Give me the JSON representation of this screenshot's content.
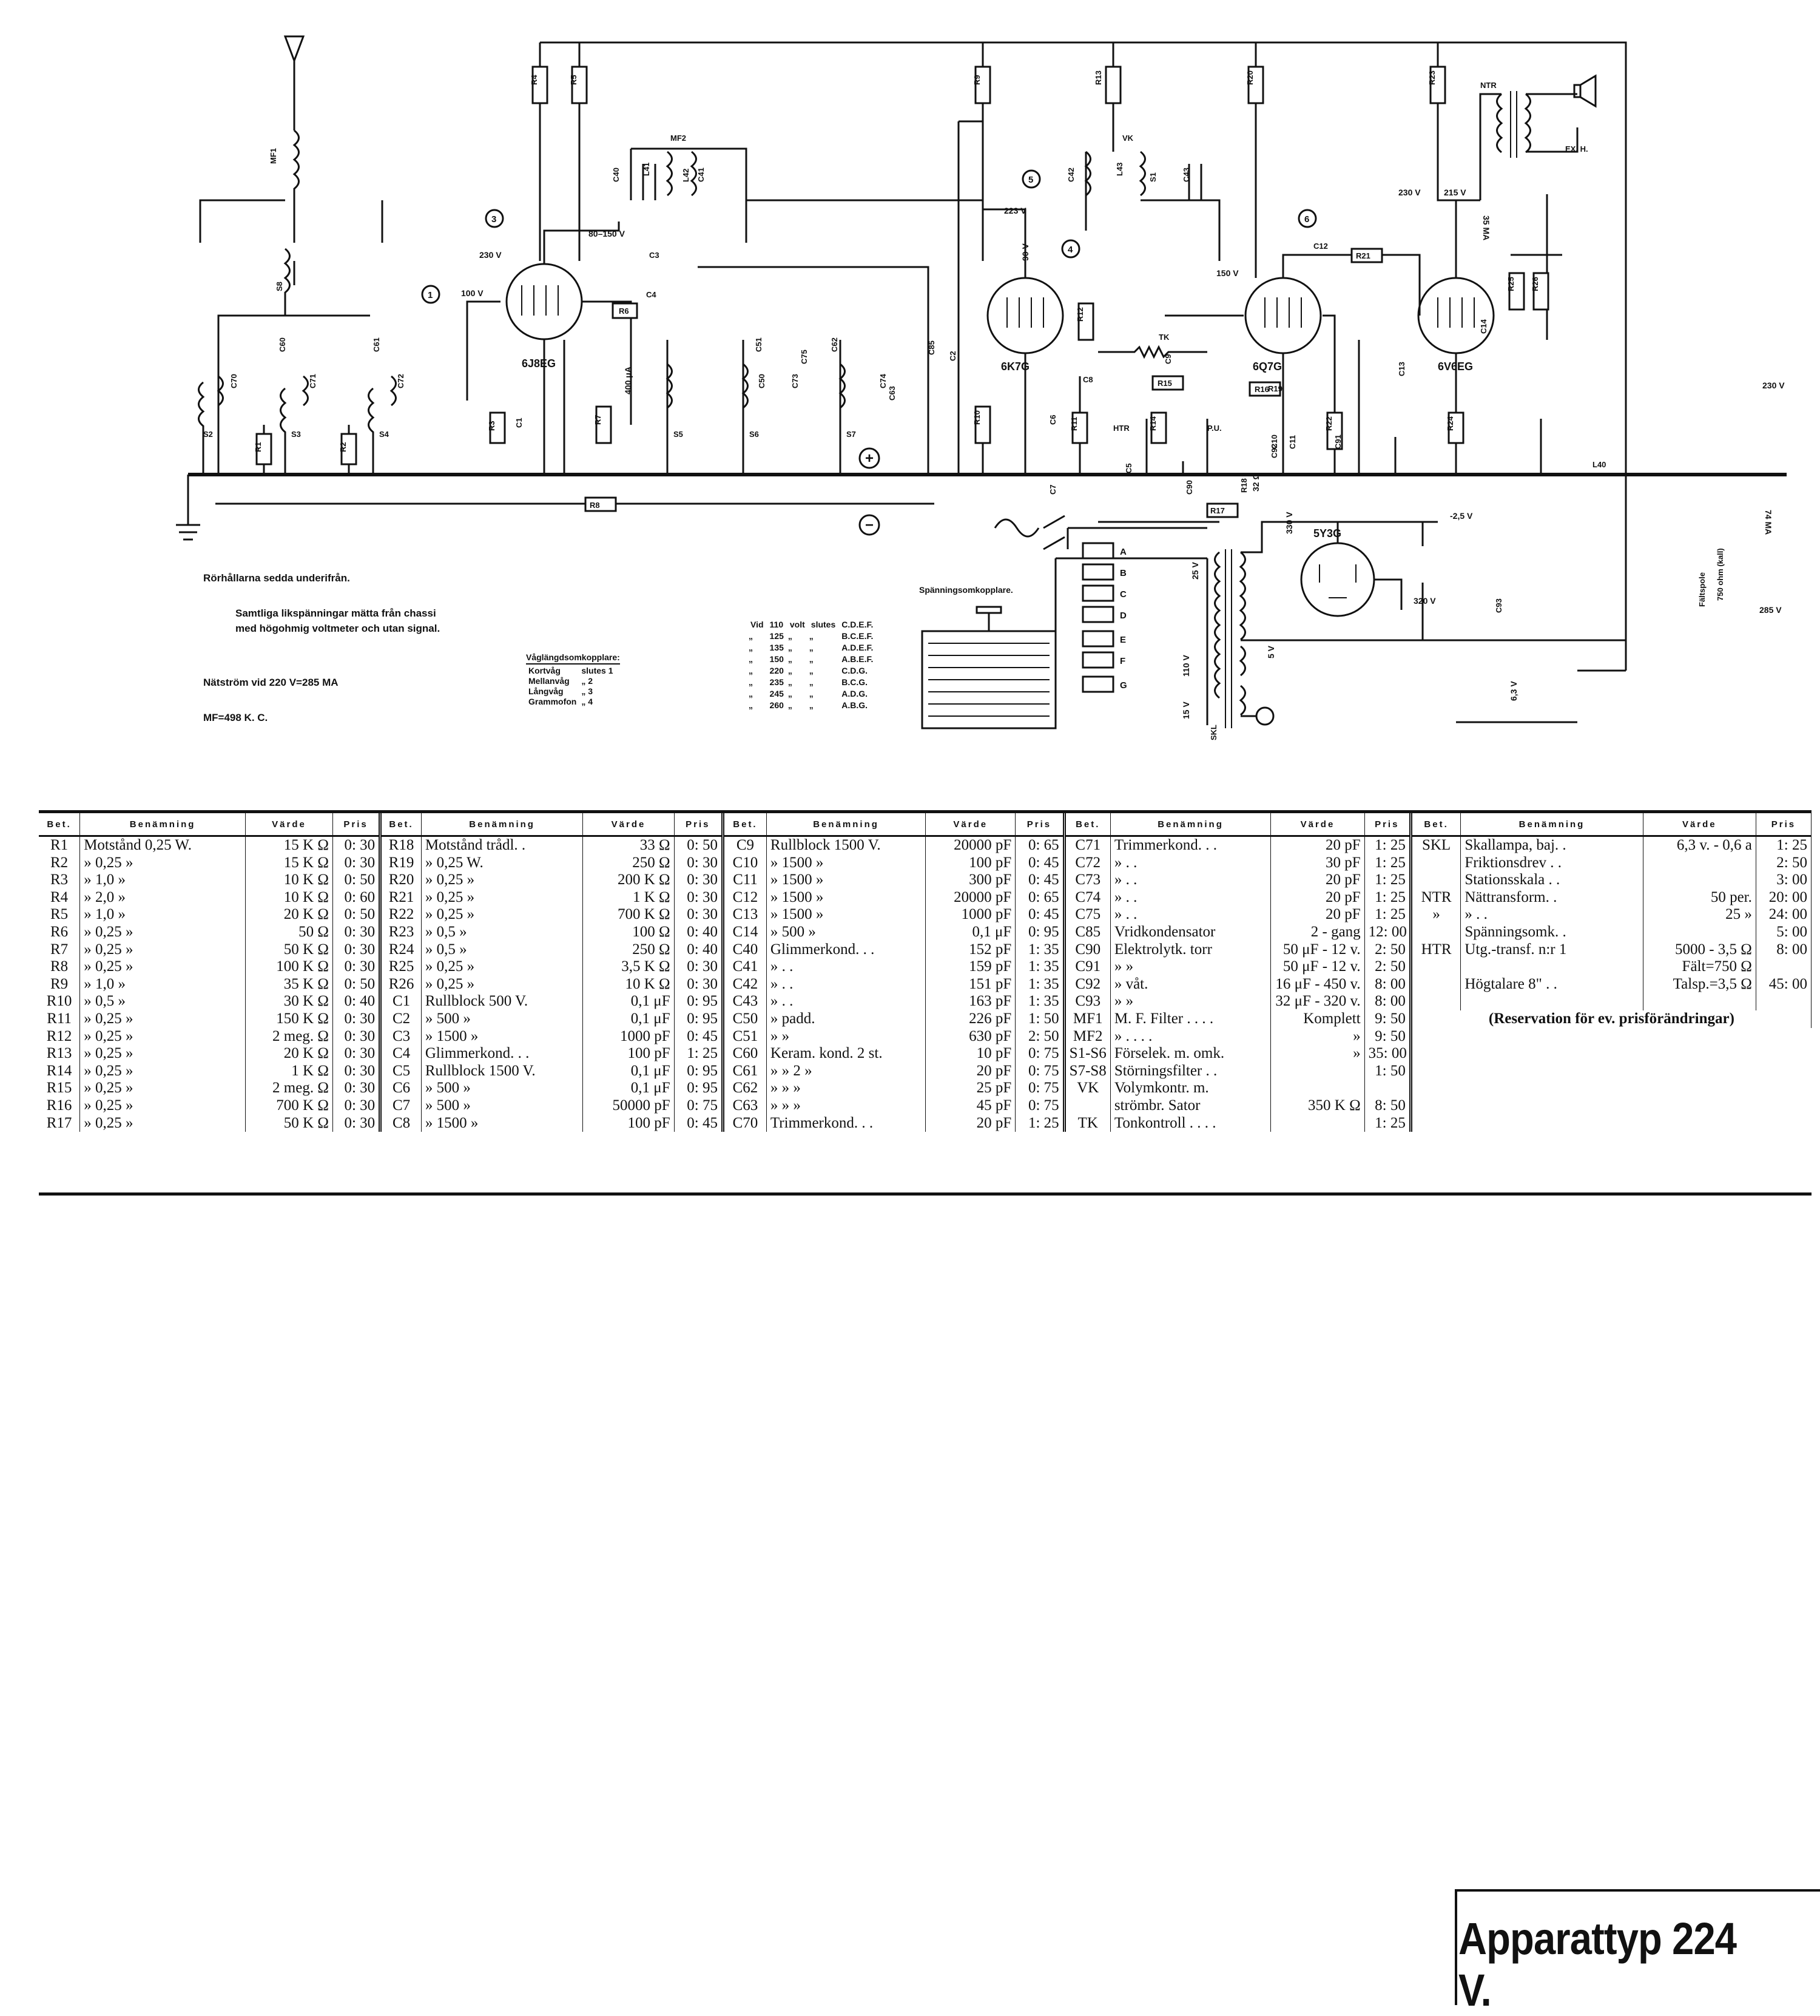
{
  "schematic": {
    "tubes": [
      "6J8EG",
      "6K7G",
      "6Q7G",
      "6V6EG",
      "5Y3G"
    ],
    "voltages": [
      "230 V",
      "100 V",
      "80–150 V",
      "223 V",
      "90 V",
      "150 V",
      "230 V",
      "215 V",
      "35 MA",
      "230 V",
      "-2,5 V",
      "74 MA",
      "285 V",
      "330 V",
      "320 V",
      "6,3 V",
      "5 V",
      "15 V",
      "110 V",
      "25 V",
      "400 μA",
      "32 Ω"
    ],
    "components": [
      "R1",
      "R2",
      "R3",
      "R4",
      "R5",
      "R6",
      "R7",
      "R8",
      "R9",
      "R10",
      "R11",
      "R12",
      "R13",
      "R14",
      "R15",
      "R16",
      "R17",
      "R18",
      "R19",
      "R20",
      "R21",
      "R22",
      "R23",
      "R24",
      "R25",
      "R26",
      "C1",
      "C2",
      "C3",
      "C4",
      "C5",
      "C6",
      "C7",
      "C8",
      "C9",
      "C10",
      "C11",
      "C12",
      "C13",
      "C14",
      "C40",
      "C41",
      "C42",
      "C43",
      "C50",
      "C51",
      "C60",
      "C61",
      "C62",
      "C63",
      "C70",
      "C71",
      "C72",
      "C73",
      "C74",
      "C75",
      "C85",
      "C90",
      "C91",
      "C92",
      "C93",
      "L40",
      "L41",
      "L42",
      "L43",
      "S1",
      "S2",
      "S3",
      "S4",
      "S5",
      "S6",
      "S7",
      "S8",
      "MF1",
      "MF2",
      "VK",
      "TK",
      "P.U.",
      "HTR",
      "NTR",
      "EX. H.",
      "SKL",
      "Fältspole",
      "750 ohm (kall)"
    ],
    "markers": [
      "1",
      "3",
      "4",
      "5",
      "6",
      "+",
      "−"
    ],
    "switch_letters": [
      "A",
      "B",
      "C",
      "D",
      "E",
      "F",
      "G"
    ]
  },
  "notes": {
    "tube_holders": "Rörhållarna sedda underifrån.",
    "dc_voltages": "Samtliga likspänningar mätta från chassi med högohmig voltmeter och utan signal.",
    "mains_current": "Nätström vid 220 V=285 MA",
    "mf": "MF=498 K. C."
  },
  "waveband_switch": {
    "title": "Våglängdsomkopplare:",
    "rows": [
      [
        "Kortvåg",
        "slutes 1"
      ],
      [
        "Mellanvåg",
        "„ 2"
      ],
      [
        "Långvåg",
        "„ 3"
      ],
      [
        "Grammofon",
        "„ 4"
      ]
    ]
  },
  "voltage_switch": {
    "title": "Spänningsomkopplare.",
    "rows": [
      [
        "Vid",
        "110",
        "volt",
        "slutes",
        "C.D.E.F."
      ],
      [
        "„",
        "125",
        "„",
        "„",
        "B.C.E.F."
      ],
      [
        "„",
        "135",
        "„",
        "„",
        "A.D.E.F."
      ],
      [
        "„",
        "150",
        "„",
        "„",
        "A.B.E.F."
      ],
      [
        "„",
        "220",
        "„",
        "„",
        "C.D.G."
      ],
      [
        "„",
        "235",
        "„",
        "„",
        "B.C.G."
      ],
      [
        "„",
        "245",
        "„",
        "„",
        "A.D.G."
      ],
      [
        "„",
        "260",
        "„",
        "„",
        "A.B.G."
      ]
    ]
  },
  "parts_table": {
    "headers": [
      "Bet.",
      "Benämning",
      "Värde",
      "Pris"
    ],
    "blocks": [
      [
        [
          "R1",
          "Motstånd 0,25 W.",
          "15 K Ω",
          "0: 30"
        ],
        [
          "R2",
          "» 0,25 »",
          "15 K Ω",
          "0: 30"
        ],
        [
          "R3",
          "» 1,0 »",
          "10 K Ω",
          "0: 50"
        ],
        [
          "R4",
          "» 2,0 »",
          "10 K Ω",
          "0: 60"
        ],
        [
          "R5",
          "» 1,0 »",
          "20 K Ω",
          "0: 50"
        ],
        [
          "R6",
          "» 0,25 »",
          "50 Ω",
          "0: 30"
        ],
        [
          "R7",
          "» 0,25 »",
          "50 K Ω",
          "0: 30"
        ],
        [
          "R8",
          "» 0,25 »",
          "100 K Ω",
          "0: 30"
        ],
        [
          "R9",
          "» 1,0 »",
          "35 K Ω",
          "0: 50"
        ],
        [
          "R10",
          "» 0,5 »",
          "30 K Ω",
          "0: 40"
        ],
        [
          "R11",
          "» 0,25 »",
          "150 K Ω",
          "0: 30"
        ],
        [
          "R12",
          "» 0,25 »",
          "2 meg. Ω",
          "0: 30"
        ],
        [
          "R13",
          "» 0,25 »",
          "20 K Ω",
          "0: 30"
        ],
        [
          "R14",
          "» 0,25 »",
          "1 K Ω",
          "0: 30"
        ],
        [
          "R15",
          "» 0,25 »",
          "2 meg. Ω",
          "0: 30"
        ],
        [
          "R16",
          "» 0,25 »",
          "700 K Ω",
          "0: 30"
        ],
        [
          "R17",
          "» 0,25 »",
          "50 K Ω",
          "0: 30"
        ]
      ],
      [
        [
          "R18",
          "Motstånd trådl. .",
          "33 Ω",
          "0: 50"
        ],
        [
          "R19",
          "» 0,25 W.",
          "250 Ω",
          "0: 30"
        ],
        [
          "R20",
          "» 0,25 »",
          "200 K Ω",
          "0: 30"
        ],
        [
          "R21",
          "» 0,25 »",
          "1 K Ω",
          "0: 30"
        ],
        [
          "R22",
          "» 0,25 »",
          "700 K Ω",
          "0: 30"
        ],
        [
          "R23",
          "» 0,5 »",
          "100 Ω",
          "0: 40"
        ],
        [
          "R24",
          "» 0,5 »",
          "250 Ω",
          "0: 40"
        ],
        [
          "R25",
          "» 0,25 »",
          "3,5 K Ω",
          "0: 30"
        ],
        [
          "R26",
          "» 0,25 »",
          "10 K Ω",
          "0: 30"
        ],
        [
          "C1",
          "Rullblock 500 V.",
          "0,1 μF",
          "0: 95"
        ],
        [
          "C2",
          "» 500 »",
          "0,1 μF",
          "0: 95"
        ],
        [
          "C3",
          "» 1500 »",
          "1000 pF",
          "0: 45"
        ],
        [
          "C4",
          "Glimmerkond. . .",
          "100 pF",
          "1: 25"
        ],
        [
          "C5",
          "Rullblock 1500 V.",
          "0,1 μF",
          "0: 95"
        ],
        [
          "C6",
          "» 500 »",
          "0,1 μF",
          "0: 95"
        ],
        [
          "C7",
          "» 500 »",
          "50000 pF",
          "0: 75"
        ],
        [
          "C8",
          "» 1500 »",
          "100 pF",
          "0: 45"
        ]
      ],
      [
        [
          "C9",
          "Rullblock 1500 V.",
          "20000 pF",
          "0: 65"
        ],
        [
          "C10",
          "» 1500 »",
          "100 pF",
          "0: 45"
        ],
        [
          "C11",
          "» 1500 »",
          "300 pF",
          "0: 45"
        ],
        [
          "C12",
          "» 1500 »",
          "20000 pF",
          "0: 65"
        ],
        [
          "C13",
          "» 1500 »",
          "1000 pF",
          "0: 45"
        ],
        [
          "C14",
          "» 500 »",
          "0,1 μF",
          "0: 95"
        ],
        [
          "C40",
          "Glimmerkond. . .",
          "152 pF",
          "1: 35"
        ],
        [
          "C41",
          "» . .",
          "159 pF",
          "1: 35"
        ],
        [
          "C42",
          "» . .",
          "151 pF",
          "1: 35"
        ],
        [
          "C43",
          "» . .",
          "163 pF",
          "1: 35"
        ],
        [
          "C50",
          "» padd.",
          "226 pF",
          "1: 50"
        ],
        [
          "C51",
          "» »",
          "630 pF",
          "2: 50"
        ],
        [
          "C60",
          "Keram. kond. 2 st.",
          "10 pF",
          "0: 75"
        ],
        [
          "C61",
          "» » 2 »",
          "20 pF",
          "0: 75"
        ],
        [
          "C62",
          "» » »",
          "25 pF",
          "0: 75"
        ],
        [
          "C63",
          "» » »",
          "45 pF",
          "0: 75"
        ],
        [
          "C70",
          "Trimmerkond. . .",
          "20 pF",
          "1: 25"
        ]
      ],
      [
        [
          "C71",
          "Trimmerkond. . .",
          "20 pF",
          "1: 25"
        ],
        [
          "C72",
          "» . .",
          "30 pF",
          "1: 25"
        ],
        [
          "C73",
          "» . .",
          "20 pF",
          "1: 25"
        ],
        [
          "C74",
          "» . .",
          "20 pF",
          "1: 25"
        ],
        [
          "C75",
          "» . .",
          "20 pF",
          "1: 25"
        ],
        [
          "C85",
          "Vridkondensator",
          "2 - gang",
          "12: 00"
        ],
        [
          "C90",
          "Elektrolytk. torr",
          "50 μF - 12 v.",
          "2: 50"
        ],
        [
          "C91",
          "» »",
          "50 μF - 12 v.",
          "2: 50"
        ],
        [
          "C92",
          "» våt.",
          "16 μF - 450 v.",
          "8: 00"
        ],
        [
          "C93",
          "» »",
          "32 μF - 320 v.",
          "8: 00"
        ],
        [
          "MF1",
          "M. F. Filter . . . .",
          "Komplett",
          "9: 50"
        ],
        [
          "MF2",
          "» . . . .",
          "»",
          "9: 50"
        ],
        [
          "S1-S6",
          "Förselek. m. omk.",
          "»",
          "35: 00"
        ],
        [
          "S7-S8",
          "Störningsfilter . .",
          "",
          "1: 50"
        ],
        [
          "VK",
          "Volymkontr. m.",
          "",
          ""
        ],
        [
          "",
          "strömbr. Sator",
          "350 K Ω",
          "8: 50"
        ],
        [
          "TK",
          "Tonkontroll . . . .",
          "",
          "1: 25"
        ]
      ],
      [
        [
          "SKL",
          "Skallampa, baj. .",
          "6,3 v. - 0,6 a",
          "1: 25"
        ],
        [
          "",
          "Friktionsdrev . .",
          "",
          "2: 50"
        ],
        [
          "",
          "Stationsskala . .",
          "",
          "3: 00"
        ],
        [
          "NTR",
          "Nättransform. .",
          "50 per.",
          "20: 00"
        ],
        [
          "»",
          "» . .",
          "25 »",
          "24: 00"
        ],
        [
          "",
          "Spänningsomk. .",
          "",
          "5: 00"
        ],
        [
          "HTR",
          "Utg.-transf. n:r 1",
          "5000 - 3,5 Ω",
          "8: 00"
        ],
        [
          "",
          "",
          "Fält=750 Ω",
          ""
        ],
        [
          "",
          "Högtalare 8\" . .",
          "Talsp.=3,5 Ω",
          "45: 00"
        ],
        [
          "",
          "",
          "",
          ""
        ],
        [
          "",
          "(Reservation för ev. prisförändringar)",
          "",
          ""
        ]
      ]
    ],
    "model_label": "Apparattyp 224 V."
  }
}
